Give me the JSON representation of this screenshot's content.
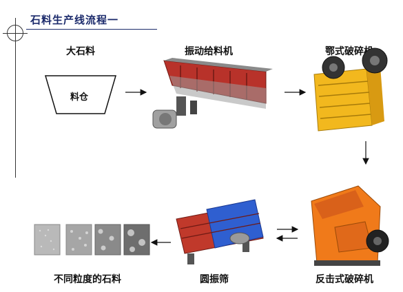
{
  "title": "石料生产线流程一",
  "nodes": {
    "raw_stone": {
      "label": "大石料",
      "bin_label": "料仓"
    },
    "vibrating_feeder": {
      "label": "振动给料机"
    },
    "jaw_crusher": {
      "label": "鄂式破碎机"
    },
    "impact_crusher": {
      "label": "反击式破碎机"
    },
    "vibrating_screen": {
      "label": "圆振筛"
    },
    "products": {
      "label": "不同粒度的石料"
    }
  },
  "colors": {
    "title": "#1b2a6b",
    "feeder_red": "#c0392b",
    "jaw_yellow": "#f2b81e",
    "impact_orange": "#f07a1a",
    "screen_blue": "#2f5fd0",
    "screen_red": "#c0392b"
  }
}
